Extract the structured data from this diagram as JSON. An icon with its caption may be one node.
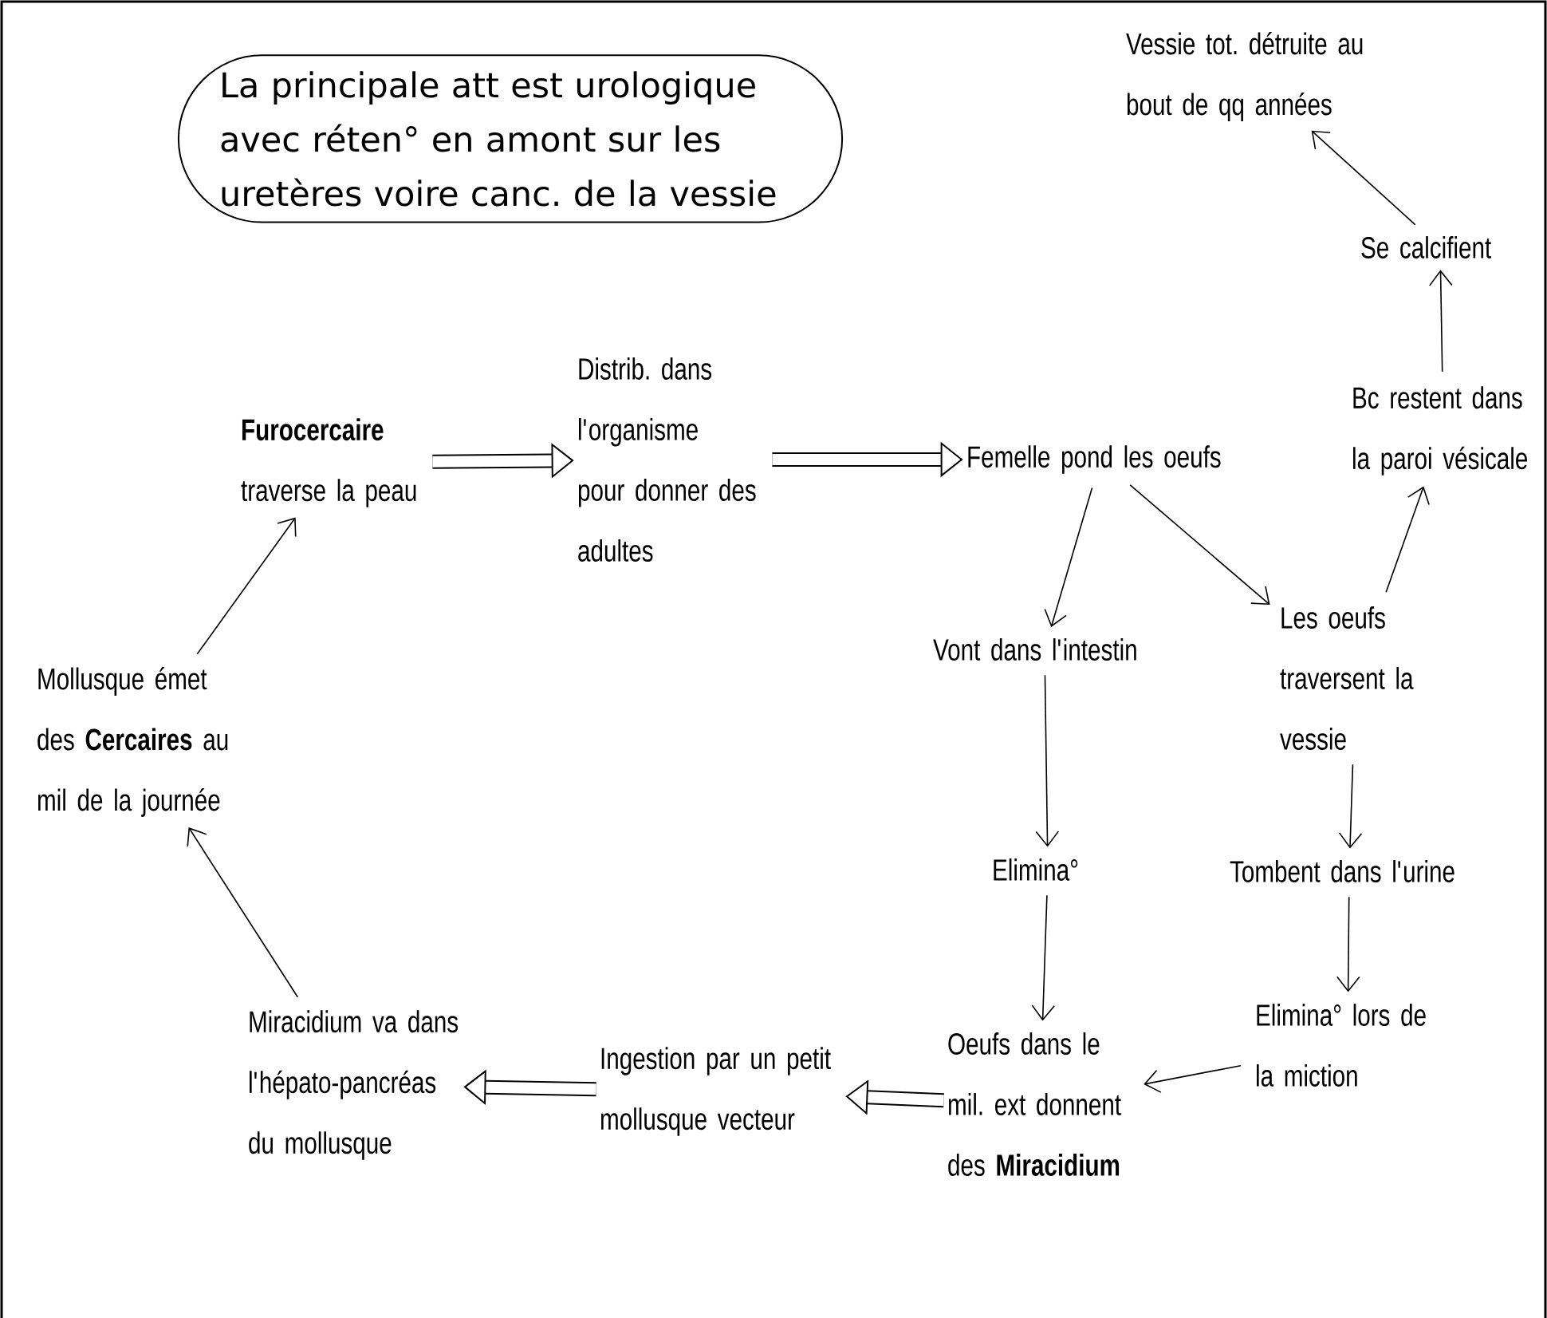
{
  "diagram": {
    "nodes": [
      {
        "text": [
          "La principale att est urologique avec réten° en amont sur les uretères voire canc. de la vessie"
        ]
      },
      {
        "text": [
          "Vessie tot. détruite au bout de qq années"
        ]
      },
      {
        "text": [
          "Se calcifient"
        ]
      },
      {
        "text": [
          "**Furocercaire** traverse la peau"
        ]
      },
      {
        "text": [
          "Distrib. dans l'organisme pour donner des adultes"
        ]
      },
      {
        "text": [
          "Femelle pond les oeufs"
        ]
      },
      {
        "text": [
          "Bc restent dans la paroi vésicale"
        ]
      },
      {
        "text": [
          "Vont dans l'intestin"
        ]
      },
      {
        "text": [
          "Les oeufs traversent la vessie"
        ]
      },
      {
        "text": [
          "Mollusque émet des **Cercaires** au mil de la journée"
        ]
      },
      {
        "text": [
          "Elimina°"
        ]
      },
      {
        "text": [
          "Tombent dans l'urine"
        ]
      },
      {
        "text": [
          "Miracidium va dans l'hépato-pancréas du mollusque"
        ]
      },
      {
        "text": [
          "Ingestion par un petit mollusque vecteur"
        ]
      },
      {
        "text": [
          "Oeufs dans le mil. ext donnent des **Miracidium**"
        ]
      },
      {
        "text": [
          "Elimina° lors de la miction"
        ]
      }
    ],
    "edges": [
      {
        "from": 3,
        "to": 4,
        "arrow": "to",
        "style": "thick"
      },
      {
        "from": 4,
        "to": 5,
        "arrow": "to",
        "style": "thick"
      },
      {
        "from": 5,
        "to": 7,
        "arrow": "to"
      },
      {
        "from": 5,
        "to": 8,
        "arrow": "to"
      },
      {
        "from": 8,
        "to": 6,
        "arrow": "to"
      },
      {
        "from": 6,
        "to": 2,
        "arrow": "to"
      },
      {
        "from": 2,
        "to": 1,
        "arrow": "to"
      },
      {
        "from": 7,
        "to": 10,
        "arrow": "to"
      },
      {
        "from": 10,
        "to": 14,
        "arrow": "to"
      },
      {
        "from": 8,
        "to": 11,
        "arrow": "to"
      },
      {
        "from": 11,
        "to": 15,
        "arrow": "to"
      },
      {
        "from": 15,
        "to": 14,
        "arrow": "to"
      },
      {
        "from": 14,
        "to": 13,
        "arrow": "to",
        "style": "thick"
      },
      {
        "from": 13,
        "to": 12,
        "arrow": "to",
        "style": "thick"
      },
      {
        "from": 12,
        "to": 9,
        "arrow": "to"
      },
      {
        "from": 9,
        "to": 3,
        "arrow": "to"
      }
    ]
  }
}
